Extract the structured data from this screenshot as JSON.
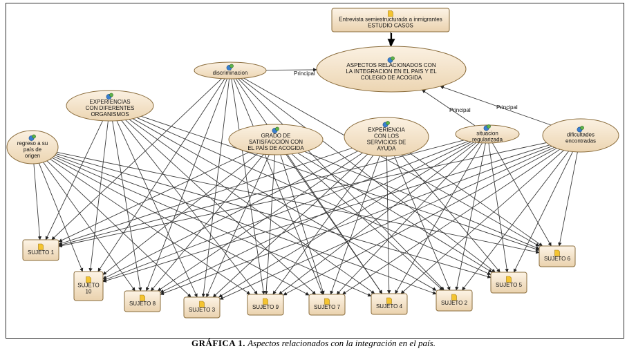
{
  "diagram": {
    "nodes": {
      "entrevista": {
        "lines": [
          "Entrevista semiestructurada a inmigrantes",
          "ESTUDIO CASOS"
        ],
        "icon": "document-icon"
      },
      "aspectos": {
        "lines": [
          "ASPECTOS RELACIONADOS CON",
          "LA INTEGRACION EN EL PAIS Y EL",
          "COLEGIO DE ACOGIDA"
        ],
        "icon": "network-icon"
      },
      "discriminacion": {
        "lines": [
          "discriminacion"
        ],
        "icon": "network-icon"
      },
      "experiencias": {
        "lines": [
          "EXPERIENCIAS",
          "CON DIFERENTES",
          "ORGANISMOS"
        ],
        "icon": "network-icon"
      },
      "regreso": {
        "lines": [
          "regreso a su",
          "país de",
          "origen"
        ],
        "icon": "network-icon"
      },
      "grado": {
        "lines": [
          "GRADO DE",
          "SATISFACCIÓN CON",
          "EL PAÍS DE ACOGIDA"
        ],
        "icon": "network-icon"
      },
      "servicios": {
        "lines": [
          "EXPERIENCIA",
          "CON LOS",
          "SERVICIOS DE",
          "AYUDA"
        ],
        "icon": "network-icon"
      },
      "situacion": {
        "lines": [
          "situacion",
          "regularizada"
        ],
        "icon": "network-icon"
      },
      "dificultades": {
        "lines": [
          "dificultades",
          "encontradas"
        ],
        "icon": "network-icon"
      },
      "s1": {
        "lines": [
          "SUJETO 1"
        ],
        "icon": "document-icon"
      },
      "s10": {
        "lines": [
          "SUJETO",
          "10"
        ],
        "icon": "document-icon"
      },
      "s8": {
        "lines": [
          "SUJETO 8"
        ],
        "icon": "document-icon"
      },
      "s3": {
        "lines": [
          "SUJETO 3"
        ],
        "icon": "document-icon"
      },
      "s9": {
        "lines": [
          "SUJETO 9"
        ],
        "icon": "document-icon"
      },
      "s7": {
        "lines": [
          "SUJETO 7"
        ],
        "icon": "document-icon"
      },
      "s4": {
        "lines": [
          "SUJETO 4"
        ],
        "icon": "document-icon"
      },
      "s2": {
        "lines": [
          "SUJETO 2"
        ],
        "icon": "document-icon"
      },
      "s5": {
        "lines": [
          "SUJETO 5"
        ],
        "icon": "document-icon"
      },
      "s6": {
        "lines": [
          "SUJETO 6"
        ],
        "icon": "document-icon"
      }
    },
    "edge_labels": {
      "discriminacion_aspectos": "Principal",
      "situacion_aspectos": "Principal",
      "dificultades_aspectos": "Principal"
    },
    "top_edges": [
      {
        "from": "entrevista",
        "to": "aspectos"
      },
      {
        "from": "discriminacion",
        "to": "aspectos",
        "label": "discriminacion_aspectos"
      },
      {
        "from": "situacion",
        "to": "aspectos",
        "label": "situacion_aspectos"
      },
      {
        "from": "dificultades",
        "to": "aspectos",
        "label": "dificultades_aspectos"
      }
    ],
    "theme_nodes": [
      "regreso",
      "experiencias",
      "discriminacion",
      "grado",
      "servicios",
      "situacion",
      "dificultades"
    ],
    "subject_nodes": [
      "s1",
      "s10",
      "s8",
      "s3",
      "s9",
      "s7",
      "s4",
      "s2",
      "s5",
      "s6"
    ],
    "colors": {
      "node_fill_top": "#fbf1e2",
      "node_fill_bottom": "#ecd5b2",
      "node_stroke": "#8a6c3b"
    }
  },
  "caption": {
    "label": "GRÁFICA 1.",
    "text": "Aspectos relacionados con la integración en el país."
  }
}
